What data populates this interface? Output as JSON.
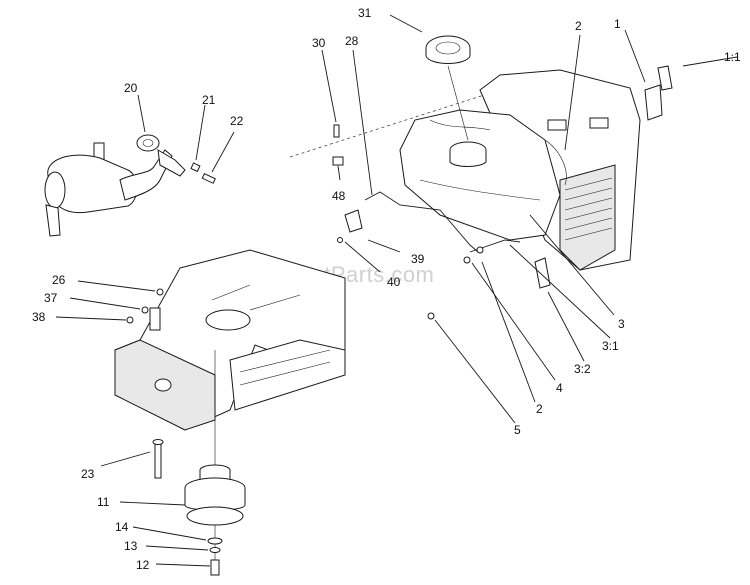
{
  "watermark": "eReplacementParts.com",
  "callouts": [
    "1",
    "1:1",
    "2",
    "3",
    "3:1",
    "3:2",
    "4",
    "5",
    "11",
    "12",
    "13",
    "14",
    "20",
    "21",
    "22",
    "23",
    "26",
    "28",
    "30",
    "31",
    "37",
    "38",
    "39",
    "40",
    "48"
  ],
  "colors": {
    "line": "#1a1a1a",
    "watermark": "#d0d0d0",
    "background": "#ffffff"
  }
}
